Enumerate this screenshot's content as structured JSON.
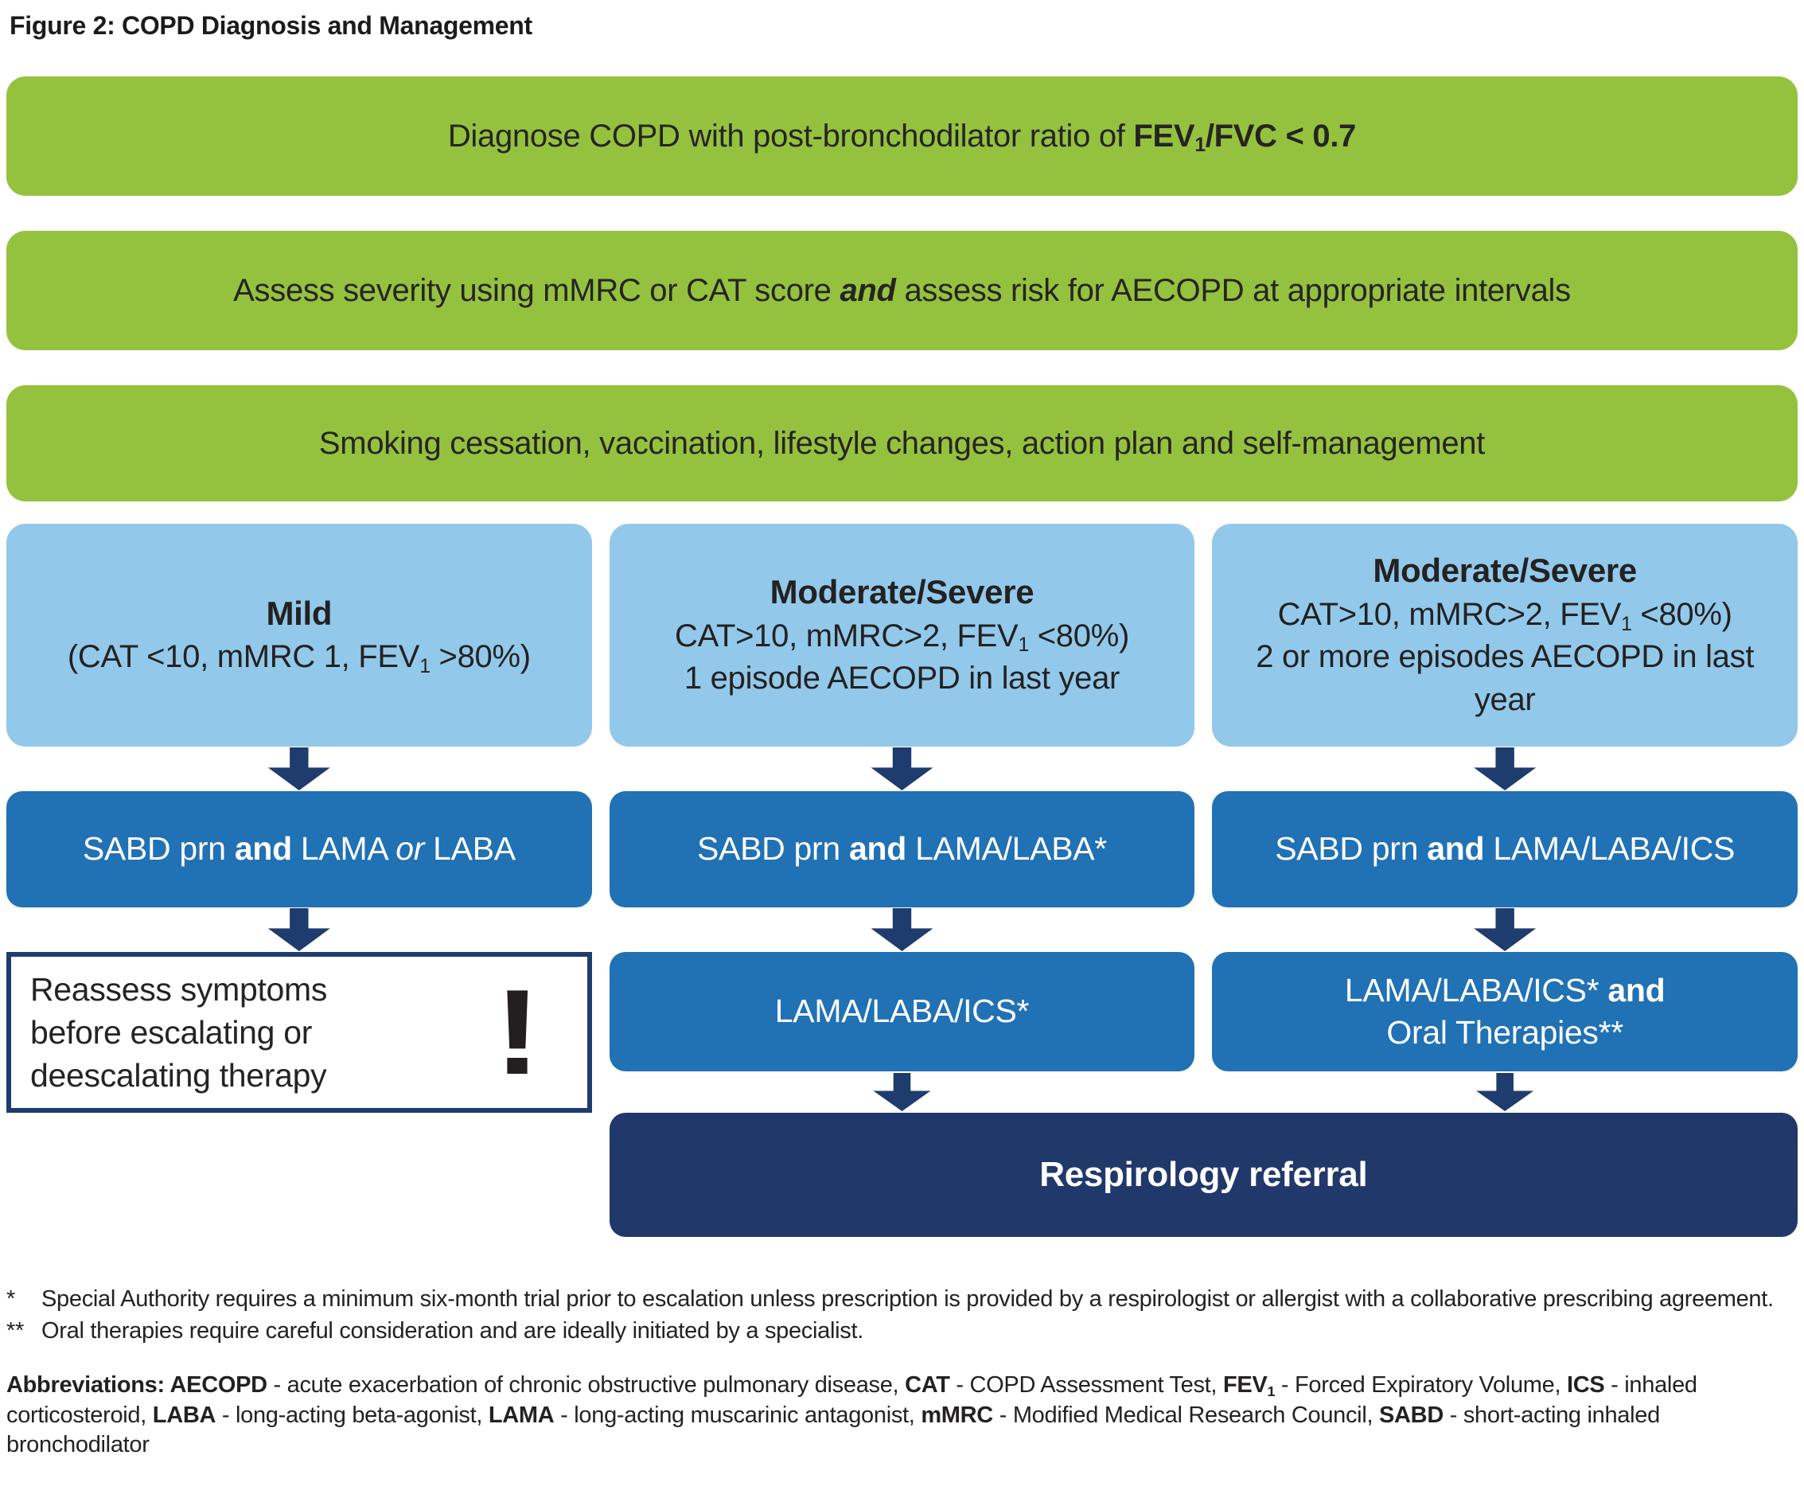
{
  "title": "Figure 2: COPD Diagnosis and Management",
  "colors": {
    "green": "#95c23e",
    "light-blue": "#92c9ea",
    "blue": "#2171b5",
    "navy": "#1e3c6e",
    "dark-navy": "#21386b",
    "text-dark": "#242122"
  },
  "banners": {
    "diagnose": [
      {
        "t": "Diagnose COPD with post-bronchodilator ratio of "
      },
      {
        "t": "FEV",
        "b": true
      },
      {
        "t": "1",
        "b": true,
        "sub": true
      },
      {
        "t": "/FVC < 0.7",
        "b": true
      }
    ],
    "assess": [
      {
        "t": "Assess severity using mMRC or CAT score "
      },
      {
        "t": "and",
        "b": true,
        "i": true
      },
      {
        "t": " assess risk for AECOPD at appropriate intervals"
      }
    ],
    "lifestyle": [
      {
        "t": "Smoking cessation, vaccination, lifestyle changes, action plan and self-management"
      }
    ]
  },
  "severity": [
    {
      "heading": "Mild",
      "line1": [
        {
          "t": "(CAT <10, mMRC 1, FEV"
        },
        {
          "t": "1",
          "sub": true
        },
        {
          "t": " >80%)"
        }
      ]
    },
    {
      "heading": "Moderate/Severe",
      "line1": [
        {
          "t": "CAT>10, mMRC>2, FEV"
        },
        {
          "t": "1",
          "sub": true
        },
        {
          "t": " <80%)"
        }
      ],
      "line2": [
        {
          "t": "1 episode AECOPD in last year"
        }
      ]
    },
    {
      "heading": "Moderate/Severe",
      "line1": [
        {
          "t": "CAT>10, mMRC>2, FEV"
        },
        {
          "t": "1",
          "sub": true
        },
        {
          "t": " <80%)"
        }
      ],
      "line2": [
        {
          "t": "2 or more episodes AECOPD in last year"
        }
      ]
    }
  ],
  "treatments": [
    [
      {
        "t": "SABD prn "
      },
      {
        "t": "and",
        "b": true
      },
      {
        "t": " LAMA "
      },
      {
        "t": "or",
        "i": true
      },
      {
        "t": " LABA"
      }
    ],
    [
      {
        "t": "SABD prn "
      },
      {
        "t": "and",
        "b": true
      },
      {
        "t": " LAMA/LABA*"
      }
    ],
    [
      {
        "t": "SABD prn "
      },
      {
        "t": "and",
        "b": true
      },
      {
        "t": " LAMA/LABA/ICS"
      }
    ]
  ],
  "escalation": {
    "reassess": {
      "text": "Reassess symptoms before escalating or deescalating therapy",
      "icon": "!"
    },
    "middle": [
      {
        "t": "LAMA/LABA/ICS*"
      }
    ],
    "right_line1": [
      {
        "t": "LAMA/LABA/ICS* "
      },
      {
        "t": "and",
        "b": true
      }
    ],
    "right_line2": [
      {
        "t": "Oral Therapies**"
      }
    ]
  },
  "referral": "Respirology referral",
  "footnotes": [
    {
      "marker": "*",
      "text": "Special Authority requires a minimum six-month trial prior to escalation unless prescription is provided by a respirologist or allergist with a collaborative prescribing agreement."
    },
    {
      "marker": "**",
      "text": "Oral therapies require careful consideration and are ideally initiated by a specialist."
    }
  ],
  "abbreviations": [
    {
      "t": "Abbreviations: AECOPD",
      "b": true
    },
    {
      "t": " - acute exacerbation of chronic obstructive pulmonary disease, "
    },
    {
      "t": "CAT",
      "b": true
    },
    {
      "t": " - COPD Assessment Test, "
    },
    {
      "t": "FEV",
      "b": true
    },
    {
      "t": "1",
      "b": true,
      "sub": true
    },
    {
      "t": " - Forced Expiratory Volume, "
    },
    {
      "t": "ICS",
      "b": true
    },
    {
      "t": " - inhaled corticosteroid, "
    },
    {
      "t": "LABA",
      "b": true
    },
    {
      "t": " - long-acting beta-agonist, "
    },
    {
      "t": "LAMA",
      "b": true
    },
    {
      "t": " - long-acting muscarinic antagonist, "
    },
    {
      "t": "mMRC",
      "b": true
    },
    {
      "t": " - Modified Medical Research Council, "
    },
    {
      "t": "SABD",
      "b": true
    },
    {
      "t": " - short-acting inhaled bronchodilator"
    }
  ]
}
